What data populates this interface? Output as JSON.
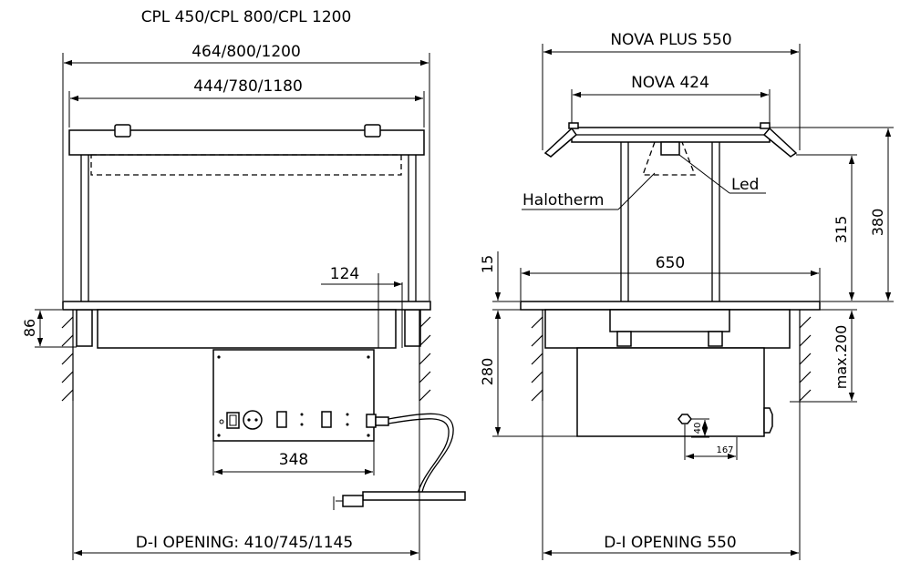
{
  "left_view": {
    "model_title": "CPL 450/CPL 800/CPL 1200",
    "overall_width": "464/800/1200",
    "inner_width": "444/780/1180",
    "dim_124": "124",
    "dim_86": "86",
    "dim_348": "348",
    "opening": "D-I OPENING: 410/745/1145"
  },
  "right_view": {
    "nova_plus": "NOVA PLUS 550",
    "nova": "NOVA 424",
    "halotherm": "Halotherm",
    "led": "Led",
    "dim_380": "380",
    "dim_315": "315",
    "dim_15": "15",
    "dim_650": "650",
    "dim_max200": "max.200",
    "dim_280": "280",
    "dim_40": "40",
    "dim_167": "167",
    "opening": "D-I OPENING 550"
  }
}
